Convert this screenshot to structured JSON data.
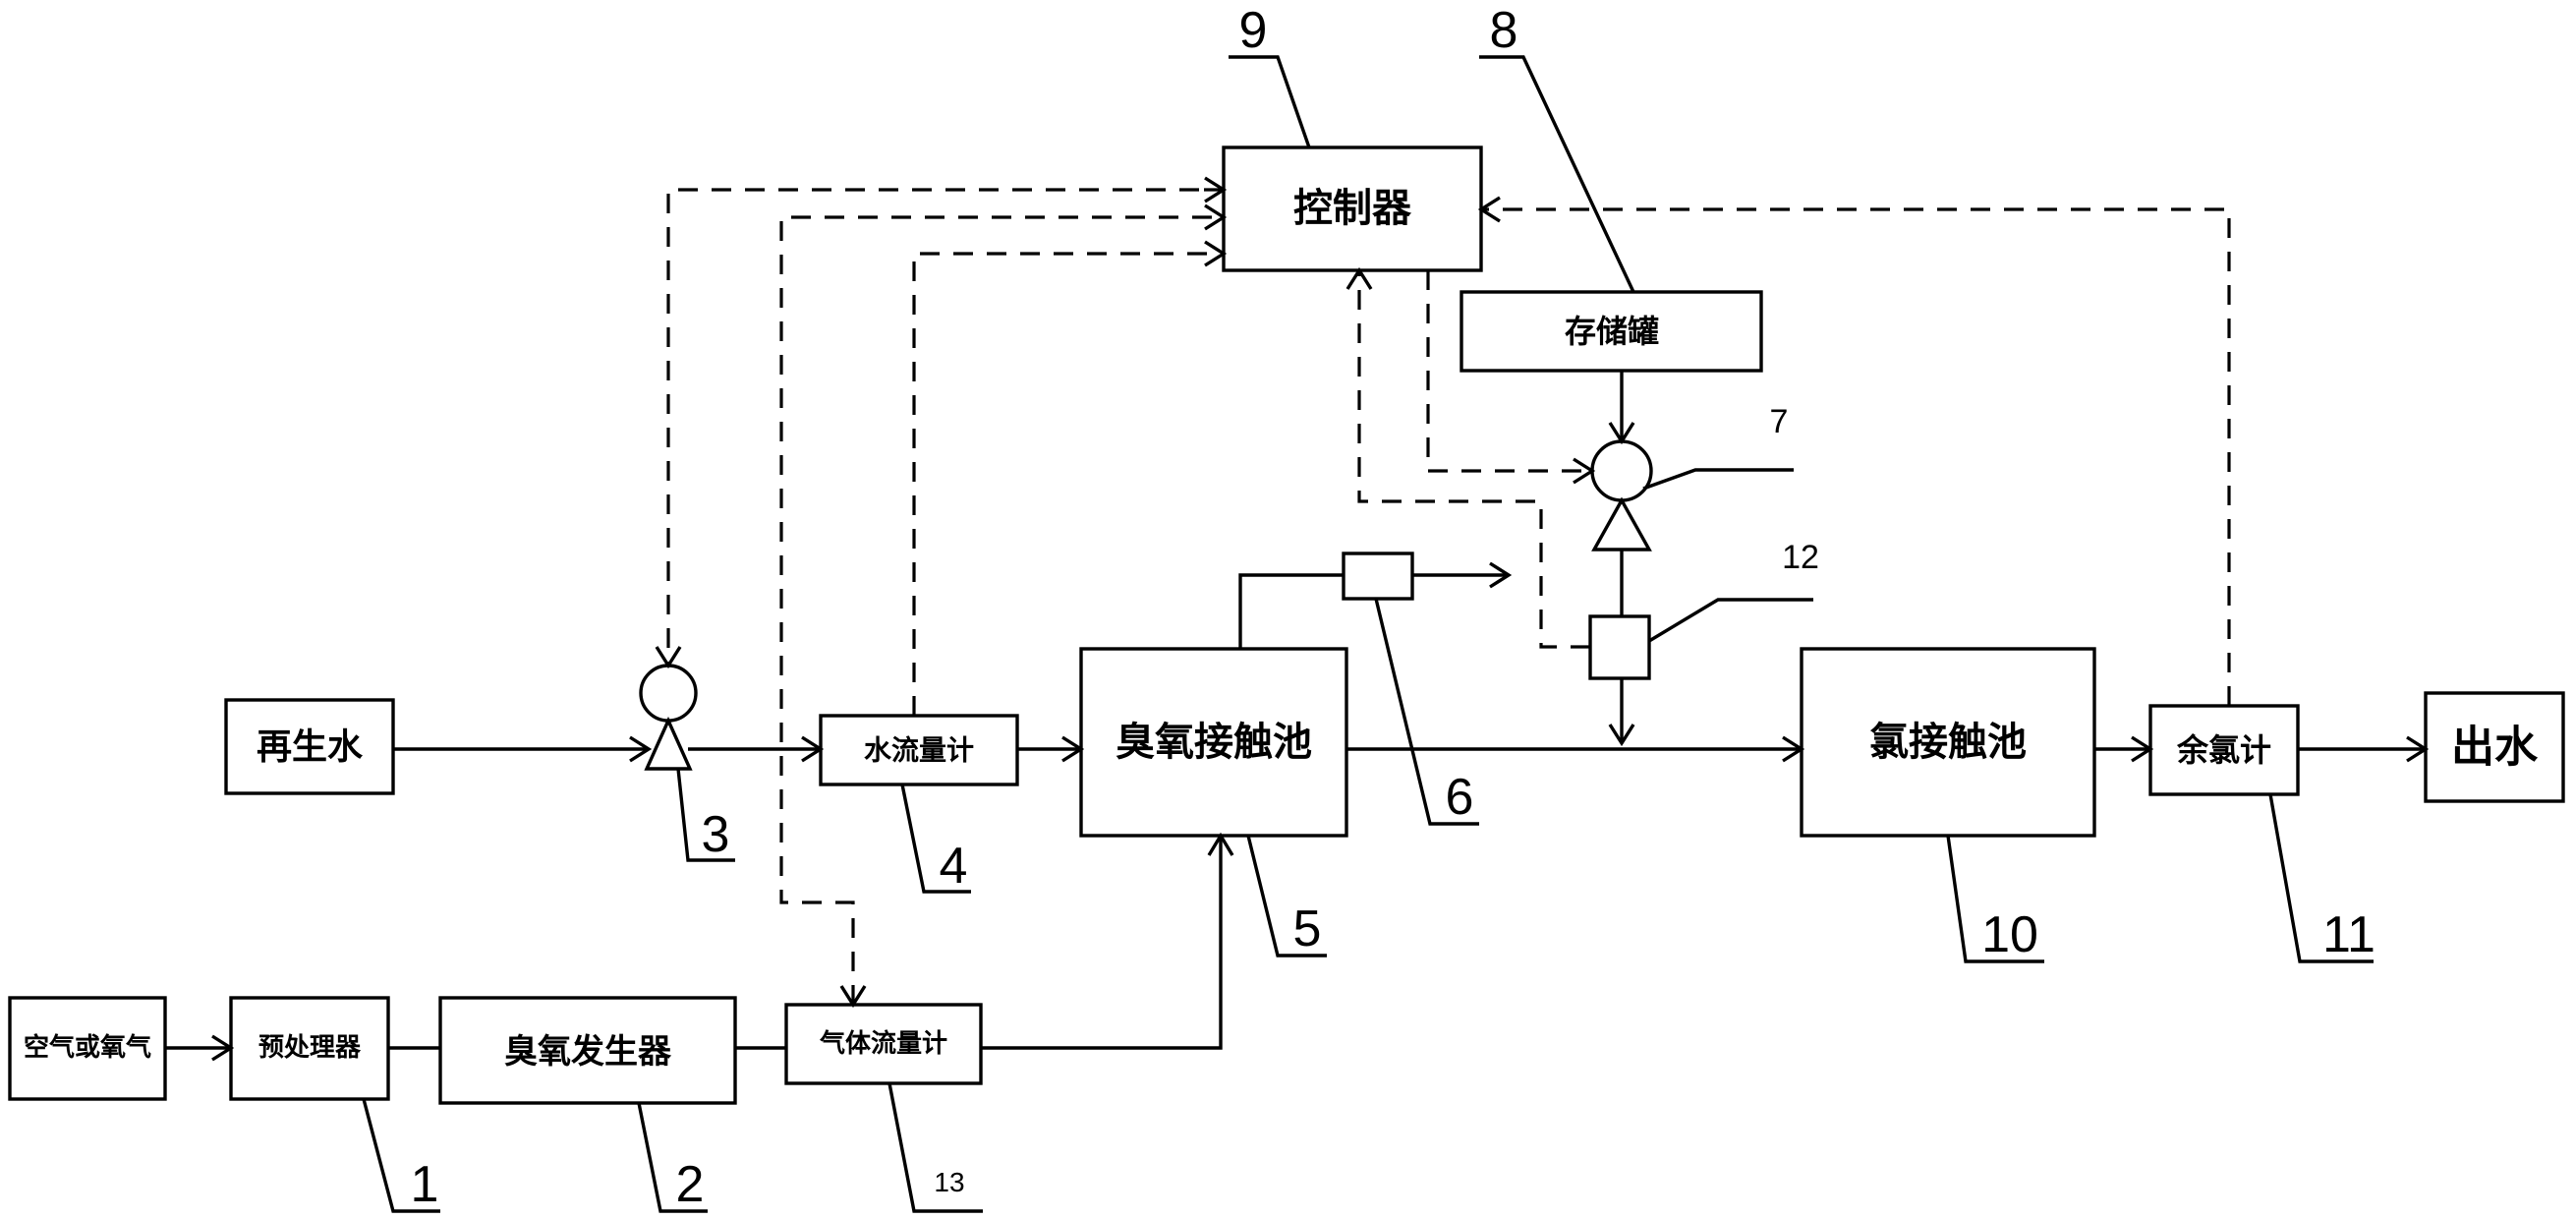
{
  "boxes": {
    "air": "空气或氧气",
    "pretreat": "预处理器",
    "ozone_gen": "臭氧发生器",
    "gas_flow": "气体流量计",
    "regen_water": "再生水",
    "water_flow": "水流量计",
    "ozone_tank": "臭氧接触池",
    "controller": "控制器",
    "storage": "存储罐",
    "chlorine_tank": "氯接触池",
    "residual_cl": "余氯计",
    "outlet": "出水"
  },
  "callouts": {
    "n1": "1",
    "n2": "2",
    "n3": "3",
    "n4": "4",
    "n5": "5",
    "n6": "6",
    "n7": "7",
    "n8": "8",
    "n9": "9",
    "n10": "10",
    "n11": "11",
    "n12": "12",
    "n13": "13"
  }
}
